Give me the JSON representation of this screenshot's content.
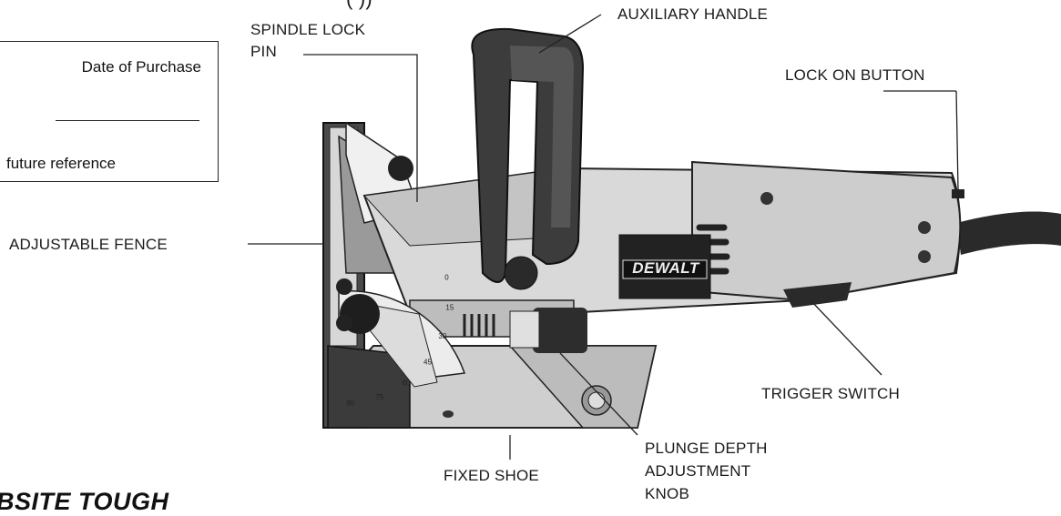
{
  "header_fragment": "(   ))",
  "box": {
    "date_label": "Date of Purchase",
    "note": "future reference"
  },
  "labels": {
    "spindle_lock_pin_1": "SPINDLE LOCK",
    "spindle_lock_pin_2": "PIN",
    "auxiliary_handle": "AUXILIARY HANDLE",
    "lock_on_button": "LOCK ON BUTTON",
    "adjustable_fence": "ADJUSTABLE FENCE",
    "trigger_switch": "TRIGGER SWITCH",
    "plunge_1": "PLUNGE DEPTH",
    "plunge_2": "ADJUSTMENT",
    "plunge_3": "KNOB",
    "fixed_shoe": "FIXED SHOE"
  },
  "brand": "DEWALT",
  "slogan": "BSITE TOUGH",
  "scale_marks": [
    "0",
    "15",
    "30",
    "45",
    "60",
    "75",
    "90"
  ]
}
